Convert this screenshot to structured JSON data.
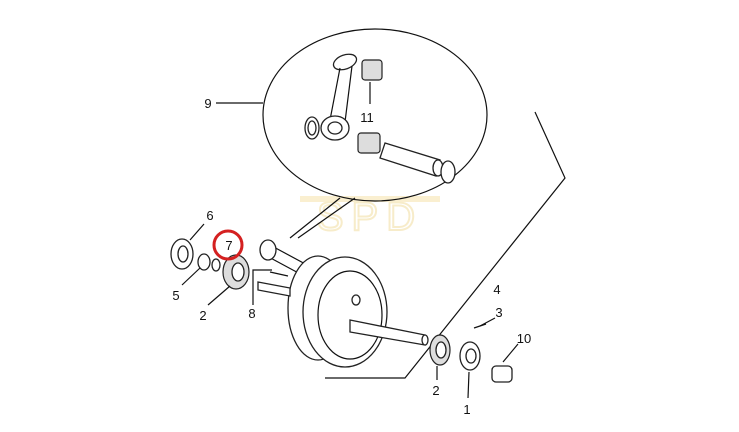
{
  "diagram": {
    "watermark": "SPD",
    "highlight_color": "#d42020",
    "highlighted_callout": "7",
    "callouts": {
      "c9": "9",
      "c11": "11",
      "c6": "6",
      "c7": "7",
      "c5": "5",
      "c2a": "2",
      "c8": "8",
      "c4": "4",
      "c3": "3",
      "c10": "10",
      "c2b": "2",
      "c1": "1"
    }
  }
}
